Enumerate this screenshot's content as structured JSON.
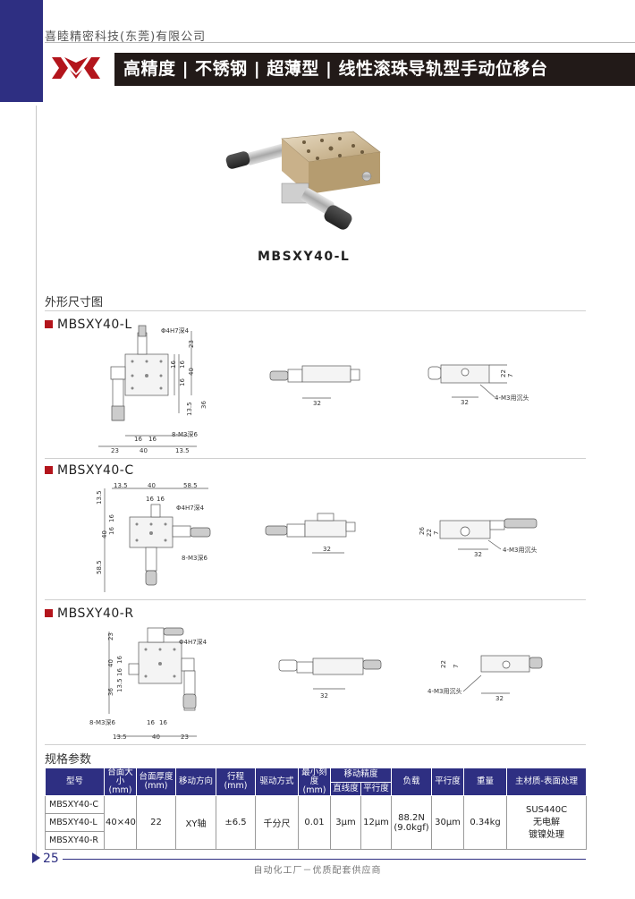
{
  "header": {
    "company": "喜睦精密科技(东莞)有限公司",
    "title": "高精度 | 不锈钢 | 超薄型 | 线性滚珠导轨型手动位移台",
    "colors": {
      "navy": "#2e2f82",
      "title_bg": "#221a18",
      "logo_red": "#b3151c"
    }
  },
  "photo": {
    "caption": "MBSXY40-L"
  },
  "dimensions": {
    "section_title": "外形尺寸图",
    "drawings": [
      {
        "model": "MBSXY40-L",
        "callouts": [
          "Φ4H7深4",
          "8-M3深6",
          "4-M3用沉头"
        ],
        "dims": [
          "23",
          "16",
          "16",
          "40",
          "16",
          "36",
          "13.5",
          "16",
          "16",
          "23",
          "40",
          "13.5",
          "32",
          "32",
          "7",
          "22"
        ]
      },
      {
        "model": "MBSXY40-C",
        "callouts": [
          "Φ4H7深4",
          "8-M3深6",
          "4-M3用沉头"
        ],
        "dims": [
          "13.5",
          "40",
          "58.5",
          "13.5",
          "16",
          "16",
          "16",
          "16",
          "40",
          "58.5",
          "32",
          "26",
          "22",
          "7",
          "32"
        ]
      },
      {
        "model": "MBSXY40-R",
        "callouts": [
          "Φ4H7深4",
          "8-M3深6",
          "4-M3用沉头"
        ],
        "dims": [
          "23",
          "40",
          "16",
          "16",
          "13.5",
          "36",
          "16",
          "16",
          "13.5",
          "40",
          "23",
          "32",
          "22",
          "7",
          "32"
        ]
      }
    ]
  },
  "spec": {
    "section_title": "规格参数",
    "headers": {
      "model": "型号",
      "table_size": "台面大小",
      "table_size_unit": "(mm)",
      "thickness": "台面厚度",
      "thickness_unit": "(mm)",
      "direction": "移动方向",
      "travel": "行程",
      "travel_unit": "(mm)",
      "drive": "驱动方式",
      "min_scale": "最小刻度",
      "min_scale_unit": "(mm)",
      "accuracy": "移动精度",
      "straightness": "直线度",
      "parallelism_move": "平行度",
      "load": "负载",
      "parallelism": "平行度",
      "weight": "重量",
      "material": "主材质-表面处理"
    },
    "models": [
      "MBSXY40-C",
      "MBSXY40-L",
      "MBSXY40-R"
    ],
    "values": {
      "table_size": "40×40",
      "thickness": "22",
      "direction": "XY轴",
      "travel": "±6.5",
      "drive": "千分尺",
      "min_scale": "0.01",
      "straightness": "3μm",
      "parallelism_move": "12μm",
      "load_n": "88.2N",
      "load_kgf": "(9.0kgf)",
      "parallelism": "30μm",
      "weight": "0.34kg",
      "material_1": "SUS440C",
      "material_2": "无电解",
      "material_3": "镀镍处理"
    }
  },
  "footer": {
    "page": "25",
    "text": "自动化工厂－优质配套供应商"
  }
}
